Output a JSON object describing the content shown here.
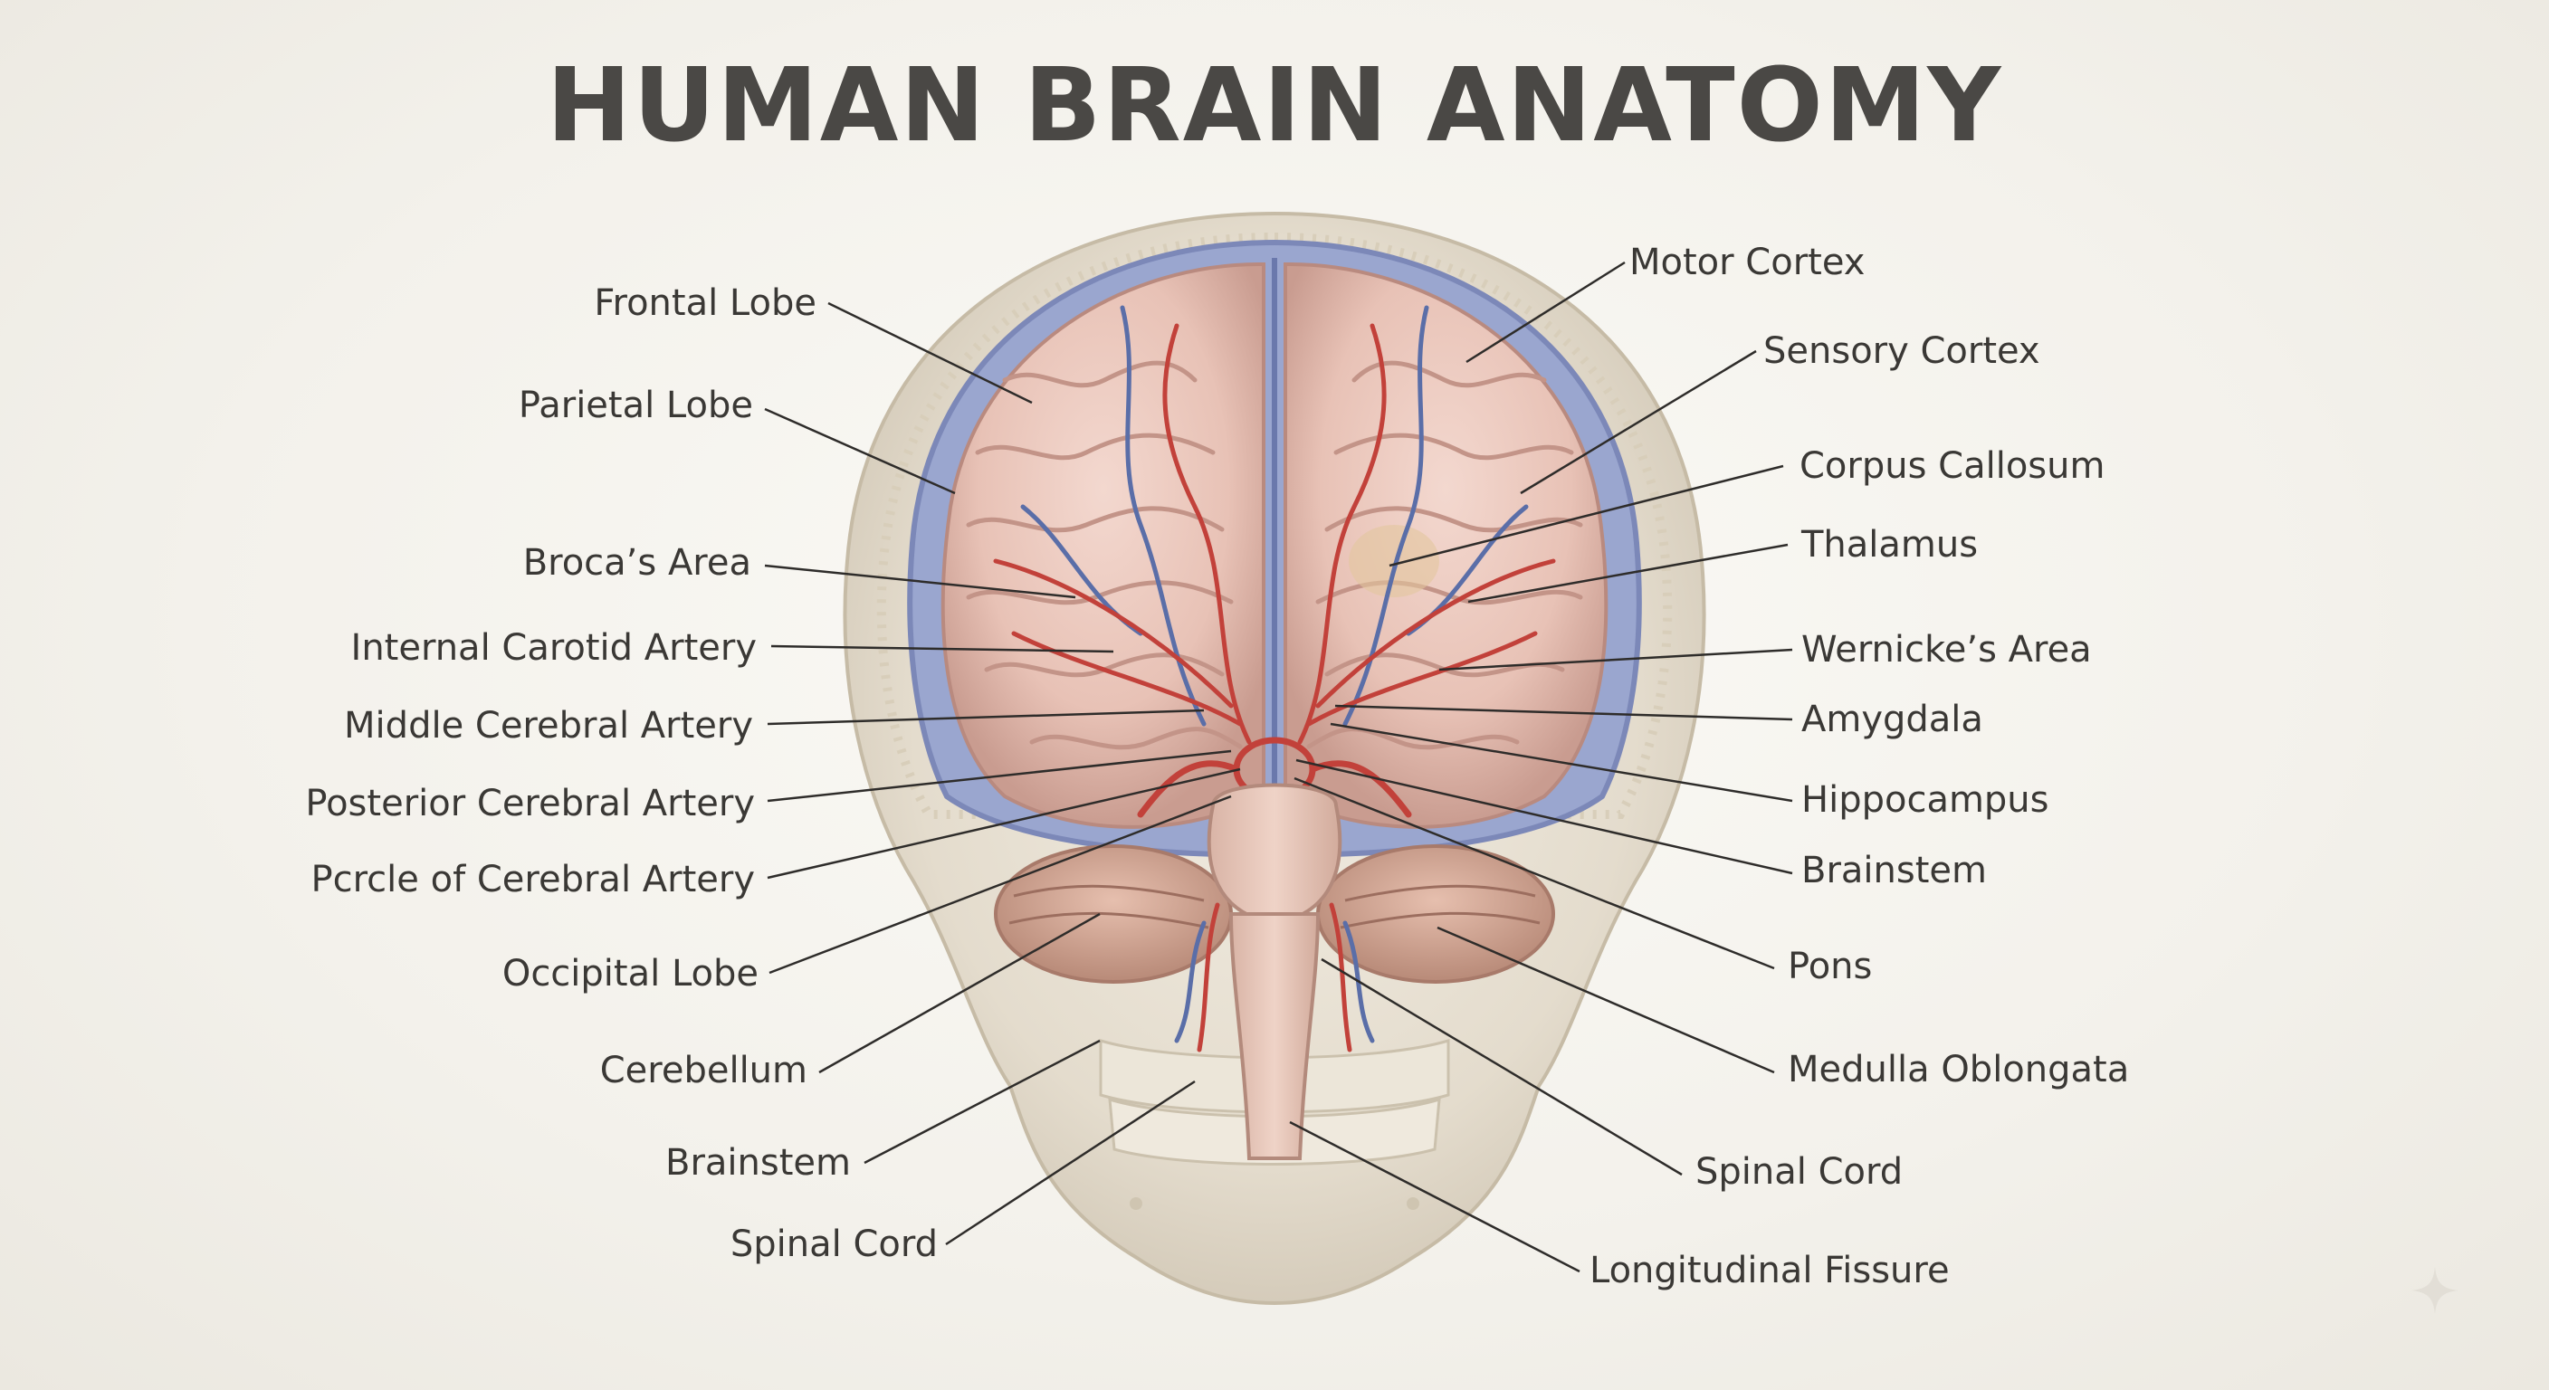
{
  "title": "HUMAN BRAIN ANATOMY",
  "labels_left": [
    {
      "id": "frontal-lobe",
      "text": "Frontal Lobe"
    },
    {
      "id": "parietal-lobe",
      "text": "Parietal Lobe"
    },
    {
      "id": "brocas-area",
      "text": "Broca’s Area"
    },
    {
      "id": "internal-carotid-artery",
      "text": "Internal Carotid Artery"
    },
    {
      "id": "middle-cerebral-artery",
      "text": "Middle Cerebral Artery"
    },
    {
      "id": "posterior-cerebral-artery",
      "text": "Posterior Cerebral Artery"
    },
    {
      "id": "pcrcle-of-cerebral-artery",
      "text": "Pcrcle of Cerebral Artery"
    },
    {
      "id": "occipital-lobe",
      "text": "Occipital Lobe"
    },
    {
      "id": "cerebellum",
      "text": "Cerebellum"
    },
    {
      "id": "brainstem-left",
      "text": "Brainstem"
    },
    {
      "id": "spinal-cord-left",
      "text": "Spinal Cord"
    }
  ],
  "labels_right": [
    {
      "id": "motor-cortex",
      "text": "Motor Cortex"
    },
    {
      "id": "sensory-cortex",
      "text": "Sensory Cortex"
    },
    {
      "id": "corpus-callosum",
      "text": "Corpus Callosum"
    },
    {
      "id": "thalamus",
      "text": "Thalamus"
    },
    {
      "id": "wernickes-area",
      "text": "Wernicke’s Area"
    },
    {
      "id": "amygdala",
      "text": "Amygdala"
    },
    {
      "id": "hippocampus",
      "text": "Hippocampus"
    },
    {
      "id": "brainstem-right",
      "text": "Brainstem"
    },
    {
      "id": "pons",
      "text": "Pons"
    },
    {
      "id": "medulla-oblongata",
      "text": "Medulla Oblongata"
    },
    {
      "id": "spinal-cord-right",
      "text": "Spinal Cord"
    },
    {
      "id": "longitudinal-fissure",
      "text": "Longitudinal Fissure"
    }
  ],
  "colors": {
    "title": "#4a4845",
    "label_text": "#3a3835",
    "leader_line": "#2e2c2a",
    "brain": "#ecc9bf",
    "artery": "#c2413a",
    "vein": "#5a6ea8",
    "bone": "#e4dccd"
  }
}
